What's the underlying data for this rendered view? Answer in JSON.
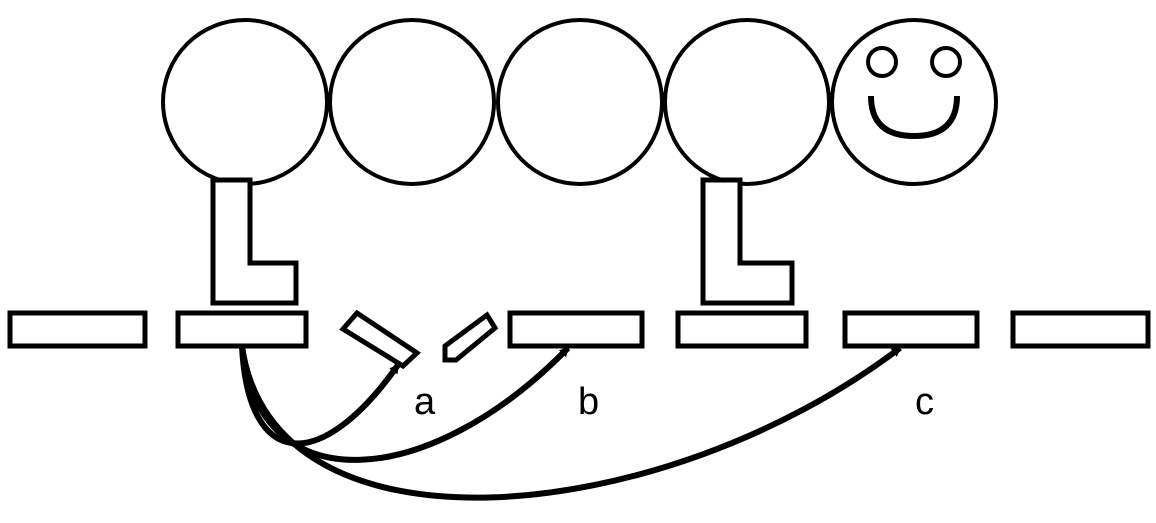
{
  "diagram": {
    "labels": {
      "a": "a",
      "b": "b",
      "c": "c"
    },
    "colors": {
      "stroke": "#000000",
      "fill": "#ffffff"
    },
    "icons": {
      "head": "smiley-face-icon"
    }
  }
}
